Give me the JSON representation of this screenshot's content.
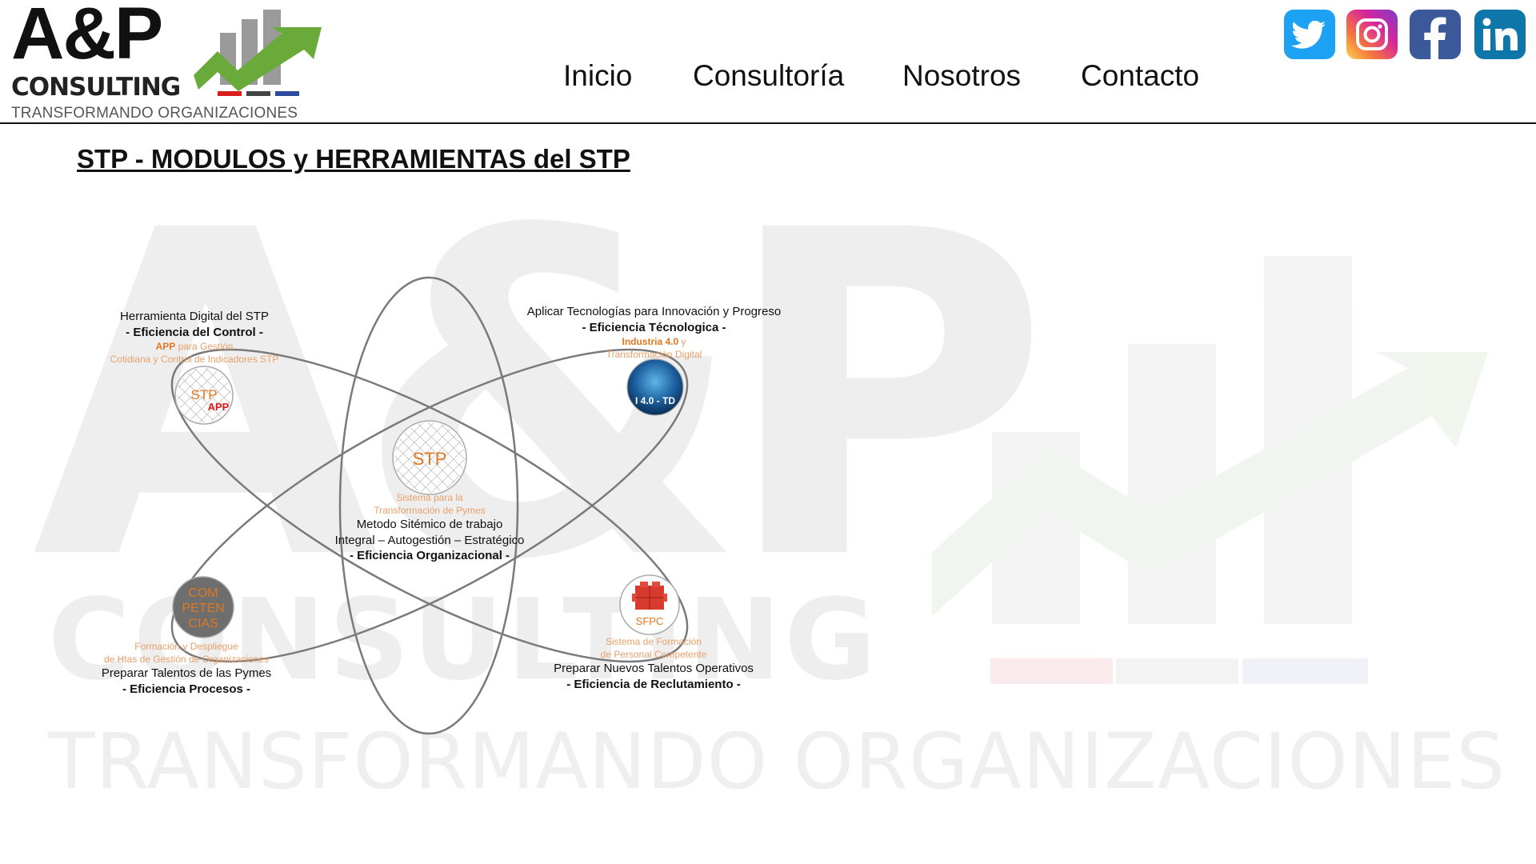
{
  "logo": {
    "name": "A&P",
    "subtitle": "CONSULTING",
    "tagline": "TRANSFORMANDO ORGANIZACIONES"
  },
  "nav": {
    "items": [
      {
        "label": "Inicio"
      },
      {
        "label": "Consultoría"
      },
      {
        "label": "Nosotros"
      },
      {
        "label": "Contacto"
      }
    ]
  },
  "social": {
    "twitter": {
      "icon": "twitter-icon",
      "color": "#1da1f2"
    },
    "instagram": {
      "icon": "instagram-icon",
      "color": "#d6249f"
    },
    "facebook": {
      "icon": "facebook-icon",
      "color": "#3b5998"
    },
    "linkedin": {
      "icon": "linkedin-icon",
      "color": "#0e76a8"
    }
  },
  "page": {
    "title": "STP - MODULOS y HERRAMIENTAS del STP"
  },
  "diagram": {
    "center": {
      "node_label": "STP",
      "sub_line1": "Sistema para la",
      "sub_line2": "Transformación de Pymes",
      "line1": "Metodo Sitémico de trabajo",
      "line2": "Integral – Autogestión – Estratégico",
      "bold": "- Eficiencia Organizacional -"
    },
    "top_left": {
      "node_label_1": "STP",
      "node_label_2": "APP",
      "line1": "Herramienta Digital del STP",
      "bold": "- Eficiencia del Control -",
      "sub_bold": "APP",
      "sub_line1_rest": " para Gestión",
      "sub_line2": "Cotidiana y Control de  Indicadores STP"
    },
    "top_right": {
      "node_label": "I 4.0 - TD",
      "line1": "Aplicar Tecnologías para Innovación y Progreso",
      "bold": "- Eficiencia Técnologica -",
      "sub_bold": "Industria 4.0",
      "sub_line1_rest": " y",
      "sub_line2": "Transformación Digital"
    },
    "bottom_left": {
      "node_label_1": "COM",
      "node_label_2": "PETEN",
      "node_label_3": "CIAS",
      "sub_line1": "Formación y Despliegue",
      "sub_line2": "de Htas de Gestión de Organizaciones",
      "line1": "Preparar Talentos de las Pymes",
      "bold": "- Eficiencia Procesos -"
    },
    "bottom_right": {
      "node_label": "SFPC",
      "sub_line1": "Sistema de Formación",
      "sub_line2": "de Personal Competente",
      "line1": "Preparar Nuevos Talentos Operativos",
      "bold": "- Eficiencia de Reclutamiento -"
    }
  },
  "colors": {
    "orange": "#e07820",
    "orbit": "#7a7a7a",
    "accent_green": "#6aaa3a",
    "accent_red": "#d81e1e"
  }
}
